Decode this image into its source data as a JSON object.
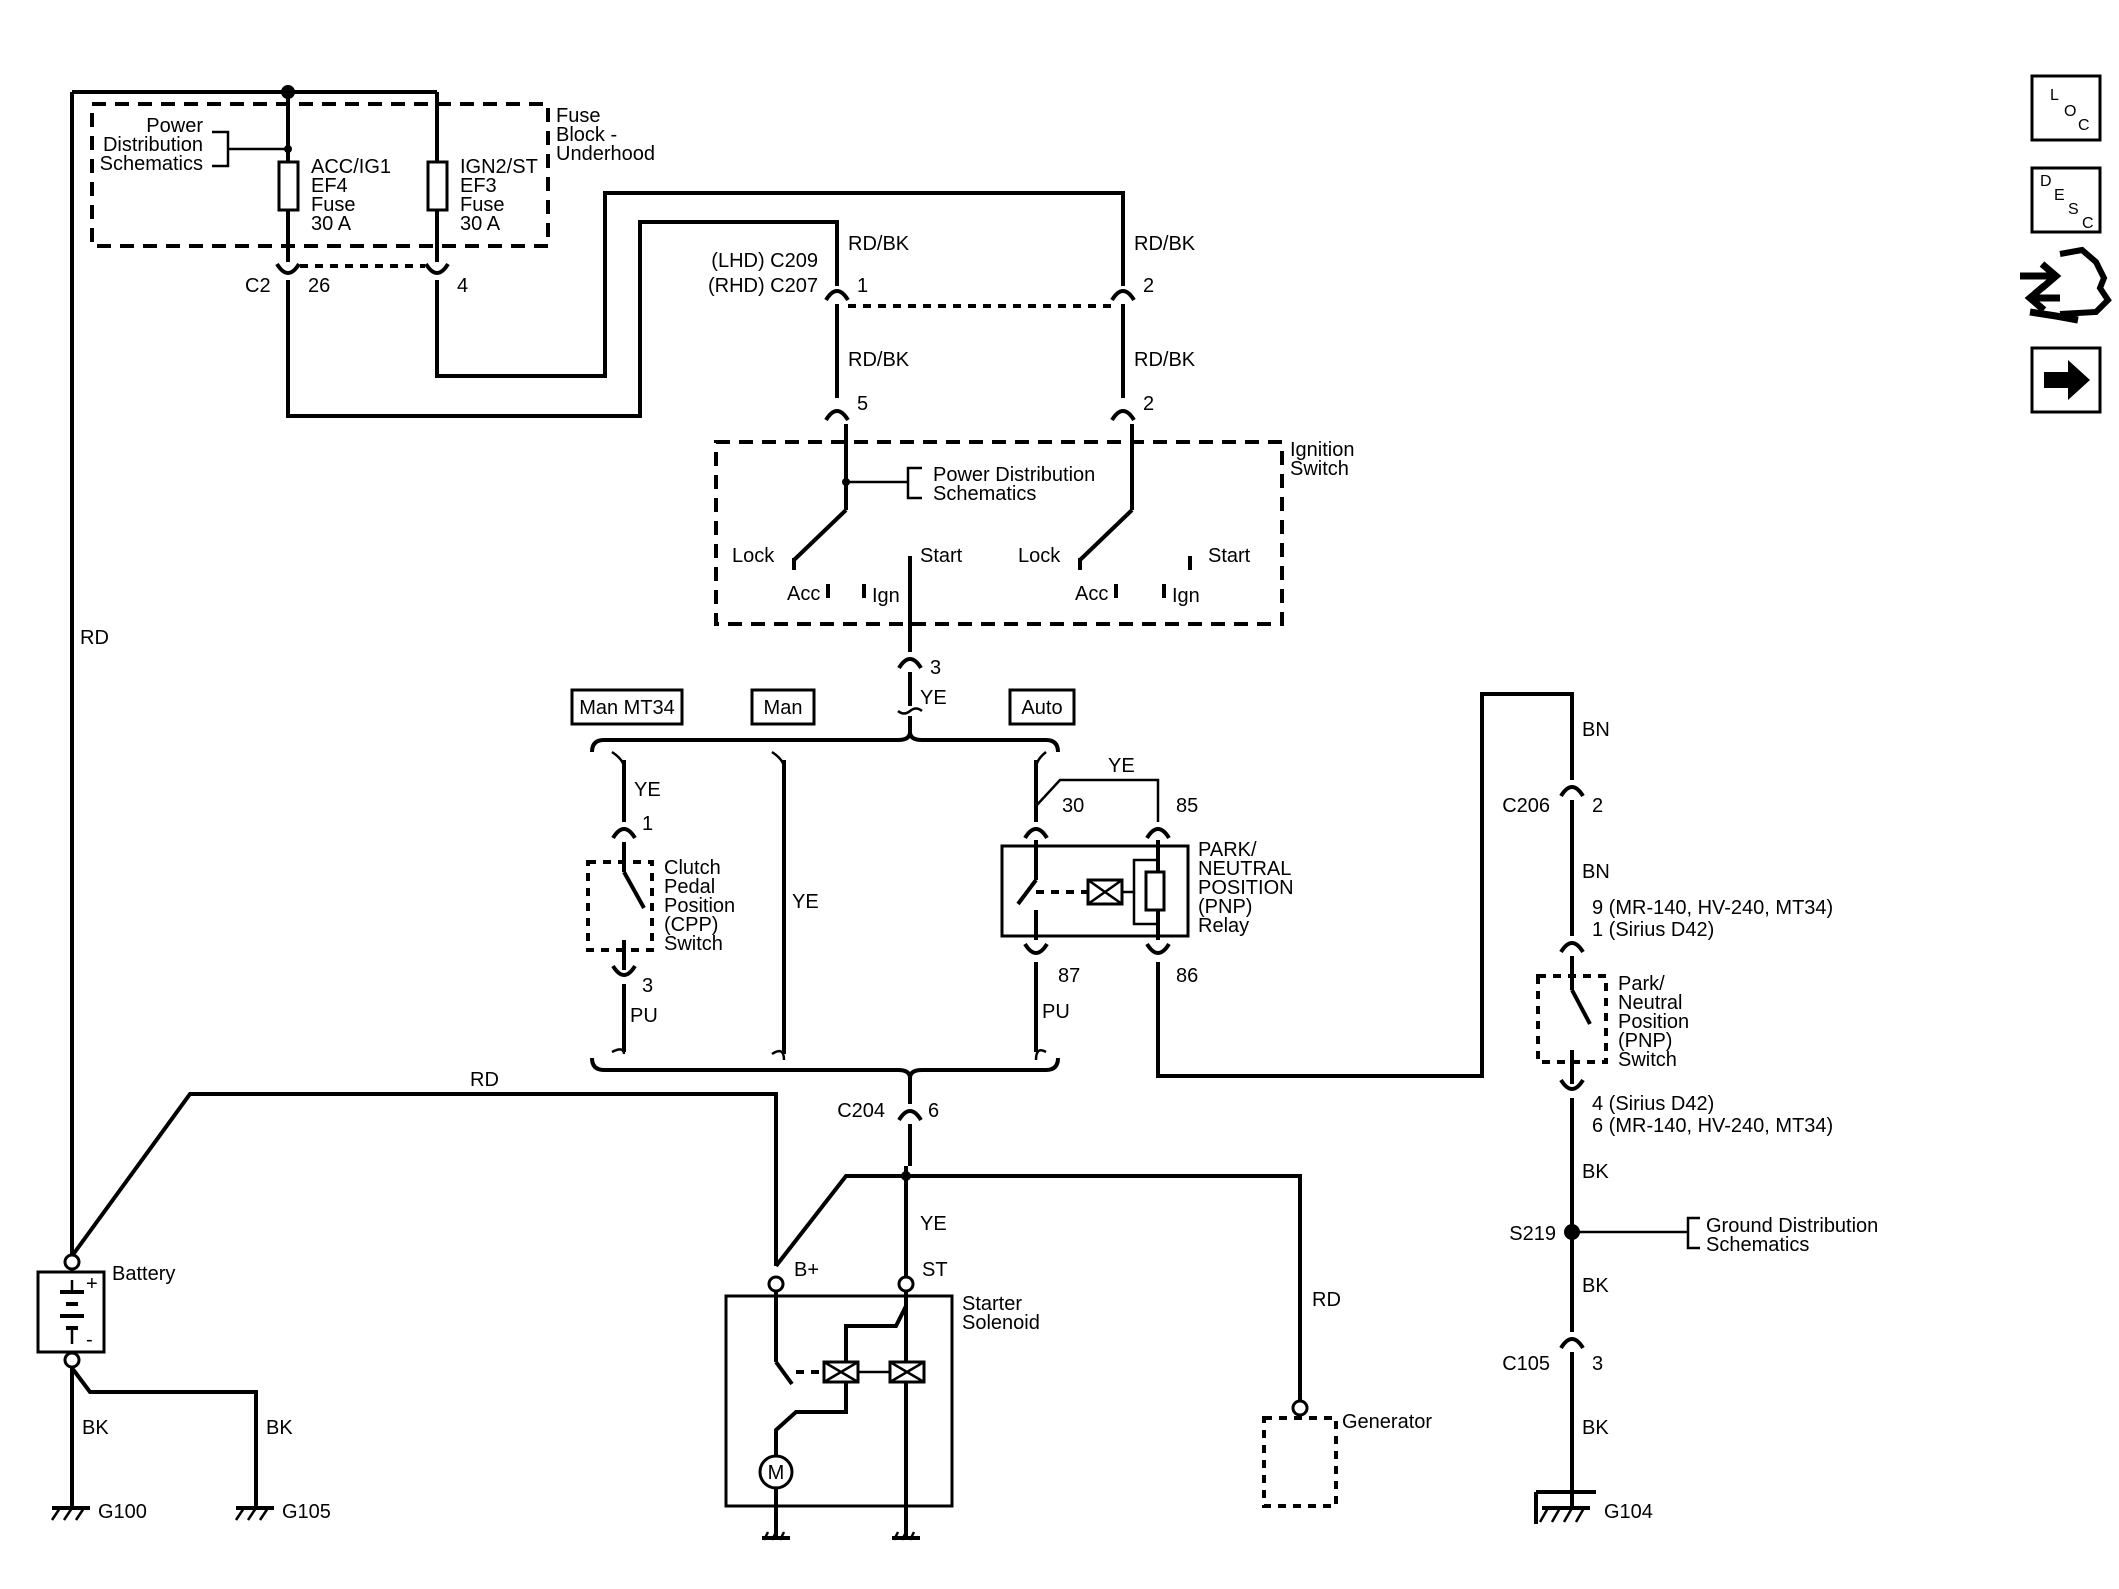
{
  "fuse_block": {
    "title": [
      "Fuse",
      "Block -",
      "Underhood"
    ],
    "power_ref": [
      "Power",
      "Distribution",
      "Schematics"
    ],
    "fuse1": [
      "ACC/IG1",
      "EF4",
      "Fuse",
      "30 A"
    ],
    "fuse2": [
      "IGN2/ST",
      "EF3",
      "Fuse",
      "30 A"
    ],
    "conn": "C2",
    "pin1": "26",
    "pin2": "4"
  },
  "wire_rd_left": "RD",
  "c209": {
    "lhd": "(LHD) C209",
    "rhd": "(RHD) C207",
    "pin1": "1",
    "pin2": "2",
    "wire1": "RD/BK",
    "wire2": "RD/BK"
  },
  "ignition_conn": {
    "pin1": "5",
    "pin2": "2",
    "wire1": "RD/BK",
    "wire2": "RD/BK"
  },
  "ignition_switch": {
    "title": [
      "Ignition",
      "Switch"
    ],
    "power_ref": [
      "Power Distribution",
      "Schematics"
    ],
    "lock": "Lock",
    "start": "Start",
    "acc": "Acc",
    "ign": "Ign"
  },
  "ign_out": {
    "pin": "3",
    "wire": "YE"
  },
  "options": {
    "man_mt34": "Man MT34",
    "man": "Man",
    "auto": "Auto"
  },
  "cpp": {
    "wire_top": "YE",
    "pin_top": "1",
    "title": [
      "Clutch",
      "Pedal",
      "Position",
      "(CPP)",
      "Switch"
    ],
    "pin_bottom": "3",
    "wire_bottom": "PU"
  },
  "man_wire": "YE",
  "pnp_relay": {
    "jumper": "YE",
    "pin30": "30",
    "pin85": "85",
    "pin87": "87",
    "pin86": "86",
    "title": [
      "PARK/",
      "NEUTRAL",
      "POSITION",
      "(PNP)",
      "Relay"
    ],
    "wire87": "PU"
  },
  "right_branch": {
    "wire1": "BN",
    "conn": "C206",
    "pin": "2",
    "wire2": "BN",
    "pin_top": [
      "9 (MR-140, HV-240, MT34)",
      "1 (Sirius D42)"
    ],
    "switch_title": [
      "Park/",
      "Neutral",
      "Position",
      "(PNP)",
      "Switch"
    ],
    "pin_bottom": [
      "4 (Sirius D42)",
      "6 (MR-140, HV-240, MT34)"
    ],
    "wire3": "BK",
    "splice": "S219",
    "ground_ref": [
      "Ground Distribution",
      "Schematics"
    ],
    "wire4": "BK",
    "conn2": "C105",
    "pin2": "3",
    "wire5": "BK",
    "ground": "G104"
  },
  "c204": {
    "conn": "C204",
    "pin": "6"
  },
  "starter": {
    "wire_rd_top": "RD",
    "wire_ye": "YE",
    "bplus": "B+",
    "st": "ST",
    "title": [
      "Starter",
      "Solenoid"
    ],
    "motor": "M"
  },
  "generator": {
    "wire": "RD",
    "title": "Generator"
  },
  "battery": {
    "title": "Battery",
    "plus": "+",
    "minus": "-",
    "wire1": "BK",
    "wire2": "BK",
    "g1": "G100",
    "g2": "G105"
  },
  "nav": {
    "loc": [
      "L",
      "O",
      "C"
    ],
    "desc": [
      "D",
      "E",
      "S",
      "C"
    ],
    "icons": [
      "loc-icon",
      "desc-icon",
      "connector-swap-icon",
      "next-arrow-icon"
    ]
  }
}
